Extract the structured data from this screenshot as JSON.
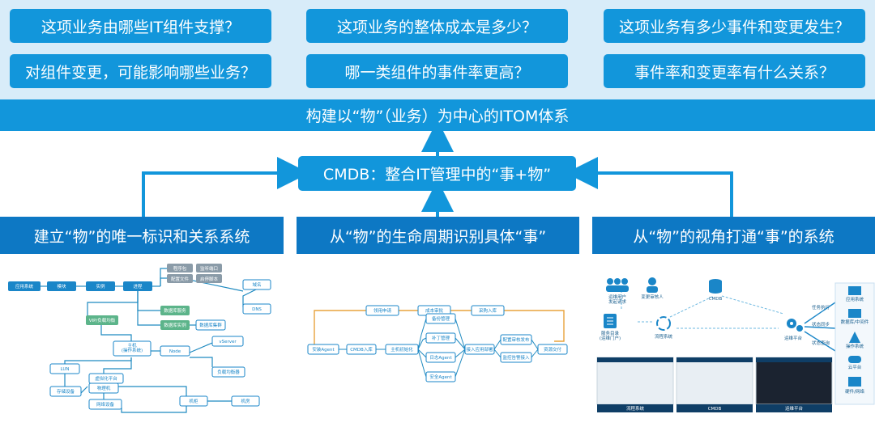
{
  "questions": [
    "这项业务由哪些IT组件支撑？",
    "这项业务的整体成本是多少？",
    "这项业务有多少事件和变更发生？",
    "对组件变更，可能影响哪些业务？",
    "哪一类组件的事件率更高？",
    "事件率和变更率有什么关系？"
  ],
  "itom_title": "构建以“物”（业务）为中心的ITOM体系",
  "cmdb_title": "CMDB：整合IT管理中的“事+物”",
  "panels": [
    {
      "title": "建立“物”的唯一标识和关系系统"
    },
    {
      "title": "从“物”的生命周期识别具体“事”"
    },
    {
      "title": "从“物”的视角打通“事”的系统"
    }
  ],
  "d1": {
    "n_app": "应用系统",
    "n_mod": "模块",
    "n_inst": "实例",
    "n_proc": "进程",
    "n_vip": "VIP/负载均衡",
    "n_host": "主机\n(操作系统)",
    "n_virt": "虚拟化平台",
    "n_lun": "LUN",
    "n_storage": "存储设备",
    "n_phys": "物理机",
    "n_net": "网络设备",
    "n_cab": "机柜",
    "n_room": "机房",
    "n_node": "Node",
    "n_vserver": "vServer",
    "n_lb": "负载均衡器",
    "n_domain": "域名",
    "n_dns": "DNS",
    "n_db": "数据库服务",
    "n_dbinst": "数据库实例",
    "n_dbcluster": "数据库集群",
    "n_pkg": "程序包",
    "n_listen": "监听端口",
    "n_conf": "配置文件",
    "n_script": "启停脚本"
  },
  "d2": {
    "n_order": "领用申请",
    "n_cost": "成本审批",
    "n_buy": "采购入库",
    "n_agent_install": "安装Agent",
    "n_cmdb_in": "CMDB入库",
    "n_host_init": "主机初始化",
    "n_backup": "备份管理",
    "n_patch": "补丁管理",
    "n_agent_ops": "日志Agent",
    "n_security": "安全Agent",
    "n_app_deploy": "接入应用部署",
    "n_config_deploy": "配置审核发布",
    "n_monitor": "监控告警接入",
    "n_done": "资源交付"
  },
  "d3": {
    "users": "运维用户\n发起请求",
    "change": "变更审核人",
    "cmdb": "CMDB",
    "service_catalog": "服务目录\n(运维门户)",
    "flow_system": "流程系统",
    "ops_platform": "运维平台",
    "tag1": "任务执行",
    "tag2": "状态同步",
    "tag3": "状态查询",
    "r1": "应用系统",
    "r2": "数据库/中间件",
    "r3": "操作系统",
    "r4": "云平台",
    "r5": "硬件/网络",
    "s1": "流程系统",
    "s2": "CMDB",
    "s3": "运维平台"
  },
  "colors": {
    "accent": "#1296db",
    "dark": "#0d78c4",
    "band": "#d8ecf9",
    "orange": "#e8a33d"
  }
}
